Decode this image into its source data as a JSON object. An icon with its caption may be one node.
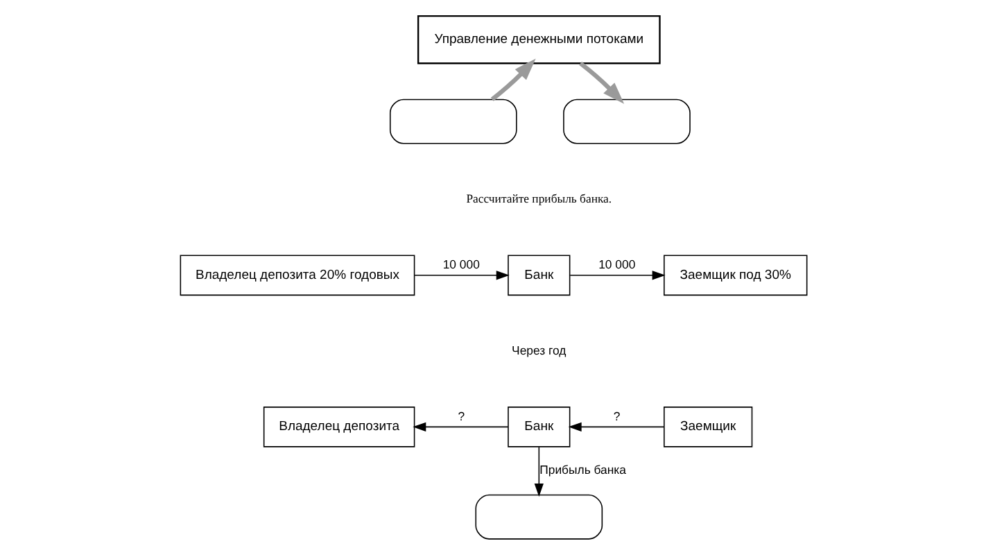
{
  "diagram": {
    "nodes": [
      {
        "text": [
          "Управление денежными потоками"
        ]
      },
      {
        "text": [],
        "shape": "box"
      },
      {
        "text": [],
        "shape": "box"
      },
      {
        "text": [
          "Владелец депозита 20% годовых"
        ]
      },
      {
        "text": [
          "Банк"
        ]
      },
      {
        "text": [
          "Заемщик под 30%"
        ]
      },
      {
        "text": [
          "Владелец депозита"
        ]
      },
      {
        "text": [
          "Банк"
        ]
      },
      {
        "text": [
          "Заемщик"
        ]
      },
      {
        "text": [],
        "shape": "box"
      }
    ],
    "edges": [
      {
        "from": 1,
        "to": 0,
        "arrow": "to",
        "style": "thick",
        "color": "#9a9a9a"
      },
      {
        "from": 0,
        "to": 2,
        "arrow": "to",
        "style": "thick",
        "color": "#9a9a9a"
      },
      {
        "from": 3,
        "to": 4,
        "arrow": "to",
        "label": "10 000"
      },
      {
        "from": 4,
        "to": 5,
        "arrow": "to",
        "label": "10 000"
      },
      {
        "from": 8,
        "to": 7,
        "arrow": "to",
        "label": "?"
      },
      {
        "from": 7,
        "to": 6,
        "arrow": "to",
        "label": "?"
      },
      {
        "from": 7,
        "to": 9,
        "arrow": "to",
        "label": "Прибыль банка"
      }
    ],
    "labels": [
      "Рассчитайте прибыль банка.",
      "Через год"
    ]
  }
}
